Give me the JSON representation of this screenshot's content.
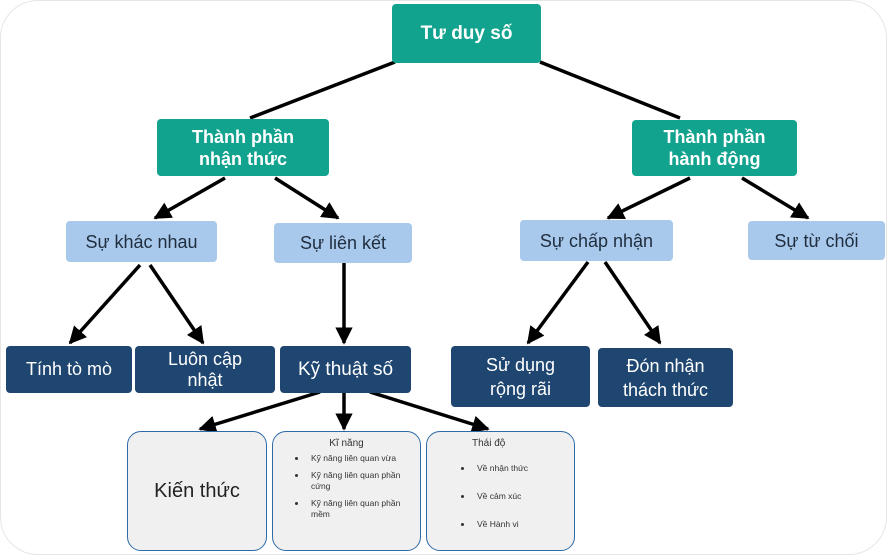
{
  "diagram": {
    "root": "Tư duy số",
    "cognitive": "Thành phần nhận thức",
    "action": "Thành phần hành động",
    "difference": "Sự khác nhau",
    "connection": "Sự liên kết",
    "acceptance": "Sự chấp nhận",
    "rejection": "Sự từ chối",
    "curiosity": "Tính tò mò",
    "always_updated": "Luôn cập nhật",
    "digital_technique": "Kỹ thuật số",
    "widespread_use": "Sử dụng rộng rãi",
    "embrace_challenges": "Đón nhận thách thức",
    "knowledge": "Kiến thức",
    "skills": {
      "title": "Kĩ năng",
      "items": [
        "Kỹ năng liên quan vừa",
        "Kỹ năng liên quan phần cứng",
        "Kỹ năng liên quan phần mềm"
      ]
    },
    "attitude": {
      "title": "Thái độ",
      "items": [
        "Về nhận thức",
        "Về cảm xúc",
        "Về Hành vi"
      ]
    }
  }
}
